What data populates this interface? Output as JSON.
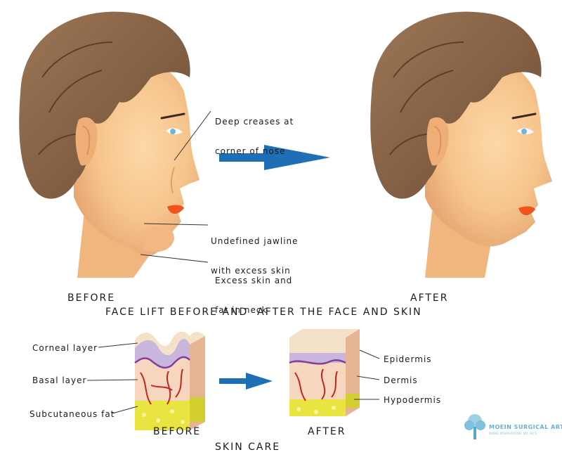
{
  "face_section": {
    "before_caption": "BEFORE",
    "after_caption": "AFTER",
    "title": "FACE LIFT BEFORE AND  AFTER THE FACE AND SKIN",
    "annotations": [
      {
        "line1": "Deep creases at",
        "line2": "corner of nose"
      },
      {
        "line1": "Undefined jawline",
        "line2": "with excess skin"
      },
      {
        "line1": "Excess skin and",
        "line2": "fat in neck"
      }
    ]
  },
  "skin_section": {
    "before_caption": "BEFORE",
    "after_caption": "AFTER",
    "title": "SKIN CARE",
    "left_labels": [
      "Corneal layer",
      "Basal layer",
      "Subcutaneous fat"
    ],
    "right_labels": [
      "Epidermis",
      "Dermis",
      "Hypodermis"
    ]
  },
  "logo": {
    "name": "MOEIN SURGICAL ARTS",
    "tagline": "DANIEL MOEIN-ROGUEI, MD, FACS"
  },
  "colors": {
    "hair": "#8a6446",
    "skin": "#f6c48c",
    "lips": "#f0531c",
    "arrow": "#1f6fb5",
    "fat": "#e8e440",
    "vessel": "#c2261c",
    "epidermis": "#c9b6dc"
  },
  "icons": [
    "face-before-illustration",
    "face-after-illustration",
    "arrow-right-icon",
    "skin-before-block",
    "skin-after-block",
    "tree-logo-icon"
  ]
}
